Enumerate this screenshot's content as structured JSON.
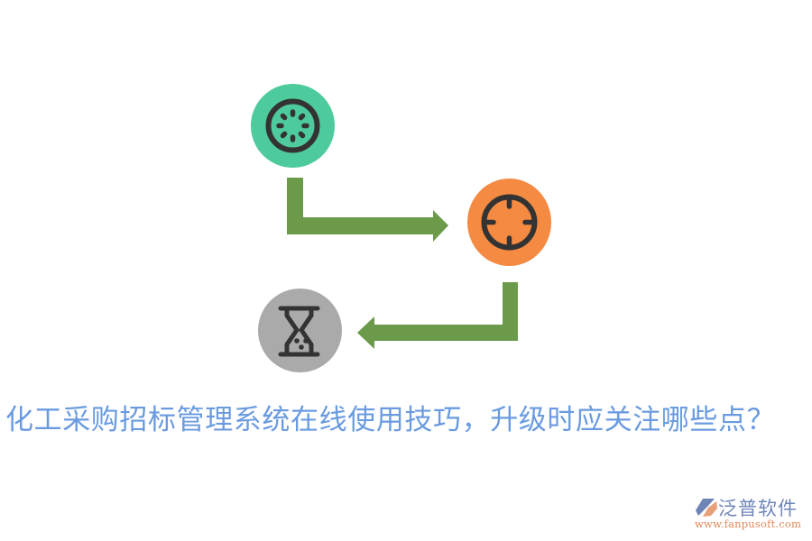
{
  "diagram": {
    "nodes": [
      {
        "id": "step1",
        "icon": "loading-spinner-icon",
        "color": "#4ecb9c"
      },
      {
        "id": "step2",
        "icon": "crosshair-target-icon",
        "color": "#f58a42"
      },
      {
        "id": "step3",
        "icon": "hourglass-icon",
        "color": "#aaaaaa"
      }
    ],
    "arrows": [
      {
        "from": "step1",
        "to": "step2",
        "color": "#6a9a4a"
      },
      {
        "from": "step2",
        "to": "step3",
        "color": "#6a9a4a"
      }
    ],
    "icon_stroke_color": "#333333"
  },
  "title": {
    "text": "化工采购招标管理系统在线使用技巧，升级时应关注哪些点？",
    "color": "#6a9be0"
  },
  "logo": {
    "name": "泛普软件",
    "url": "www.fanpusoft.com"
  }
}
